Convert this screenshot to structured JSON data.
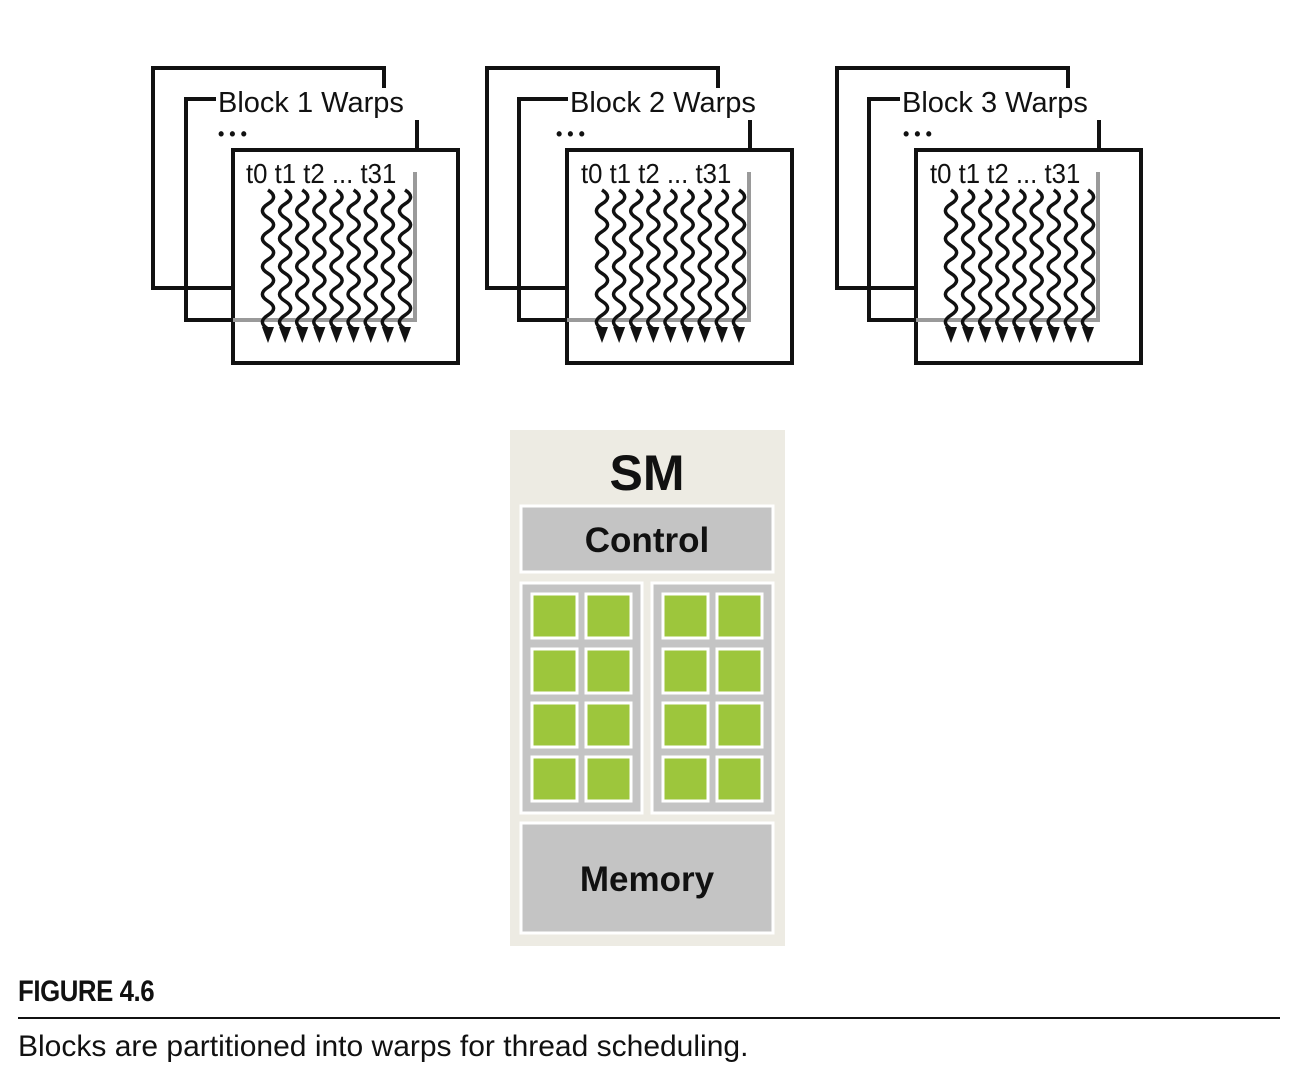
{
  "blocks": [
    {
      "title": "Block 1 Warps",
      "dots": "• • •",
      "threads": "t0 t1 t2 ... t31"
    },
    {
      "title": "Block 2 Warps",
      "dots": "• • •",
      "threads": "t0 t1 t2 ... t31"
    },
    {
      "title": "Block 3 Warps",
      "dots": "• • •",
      "threads": "t0 t1 t2 ... t31"
    }
  ],
  "sm": {
    "title": "SM",
    "control": "Control",
    "memory": "Memory",
    "core_groups": 2,
    "cores_per_group_rows": 4,
    "cores_per_group_cols": 2
  },
  "figure": {
    "label": "FIGURE 4.6",
    "caption": "Blocks are partitioned into warps for thread scheduling."
  },
  "colors": {
    "core_green": "#9dc63c",
    "sm_background": "#edebe3",
    "sm_panel_gray": "#c4c4c4",
    "panel_border": "#a9a9a9",
    "ink": "#111111"
  }
}
